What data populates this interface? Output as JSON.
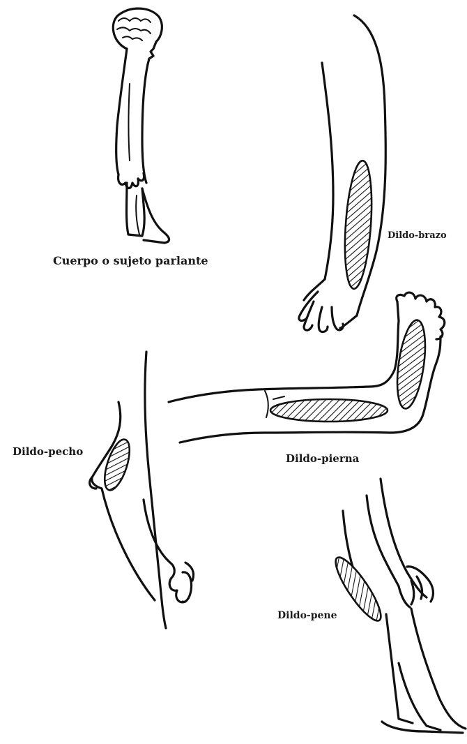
{
  "labels": {
    "body": "Cuerpo o sujeto parlante",
    "arm": "Dildo-brazo",
    "leg": "Dildo-pierna",
    "chest": "Dildo-pecho",
    "penis": "Dildo-pene"
  },
  "colors": {
    "ink": "#111111",
    "background": "#ffffff"
  }
}
